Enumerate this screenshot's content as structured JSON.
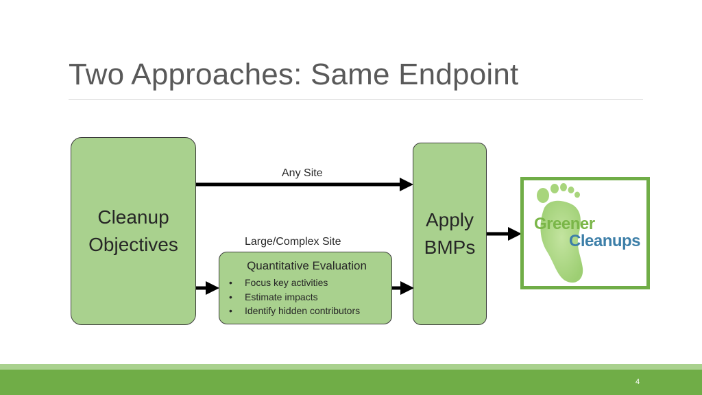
{
  "slide": {
    "title": "Two Approaches: Same Endpoint",
    "page_number": "4"
  },
  "diagram": {
    "objectives": {
      "line1": "Cleanup",
      "line2": "Objectives"
    },
    "bmps": {
      "line1": "Apply",
      "line2": "BMPs"
    },
    "path_any": {
      "label": "Any Site"
    },
    "path_large": {
      "label": "Large/Complex Site"
    },
    "evaluation": {
      "title": "Quantitative Evaluation",
      "bullet": "•",
      "items": [
        "Focus key activities",
        "Estimate impacts",
        "Identify hidden contributors"
      ]
    }
  },
  "logo": {
    "line1": "Greener",
    "line2": "Cleanups"
  },
  "colors": {
    "box_fill": "#a9d18e",
    "accent_green": "#70ad47",
    "logo_green": "#7ab648",
    "logo_blue": "#3d7fa8",
    "title_gray": "#595959"
  }
}
